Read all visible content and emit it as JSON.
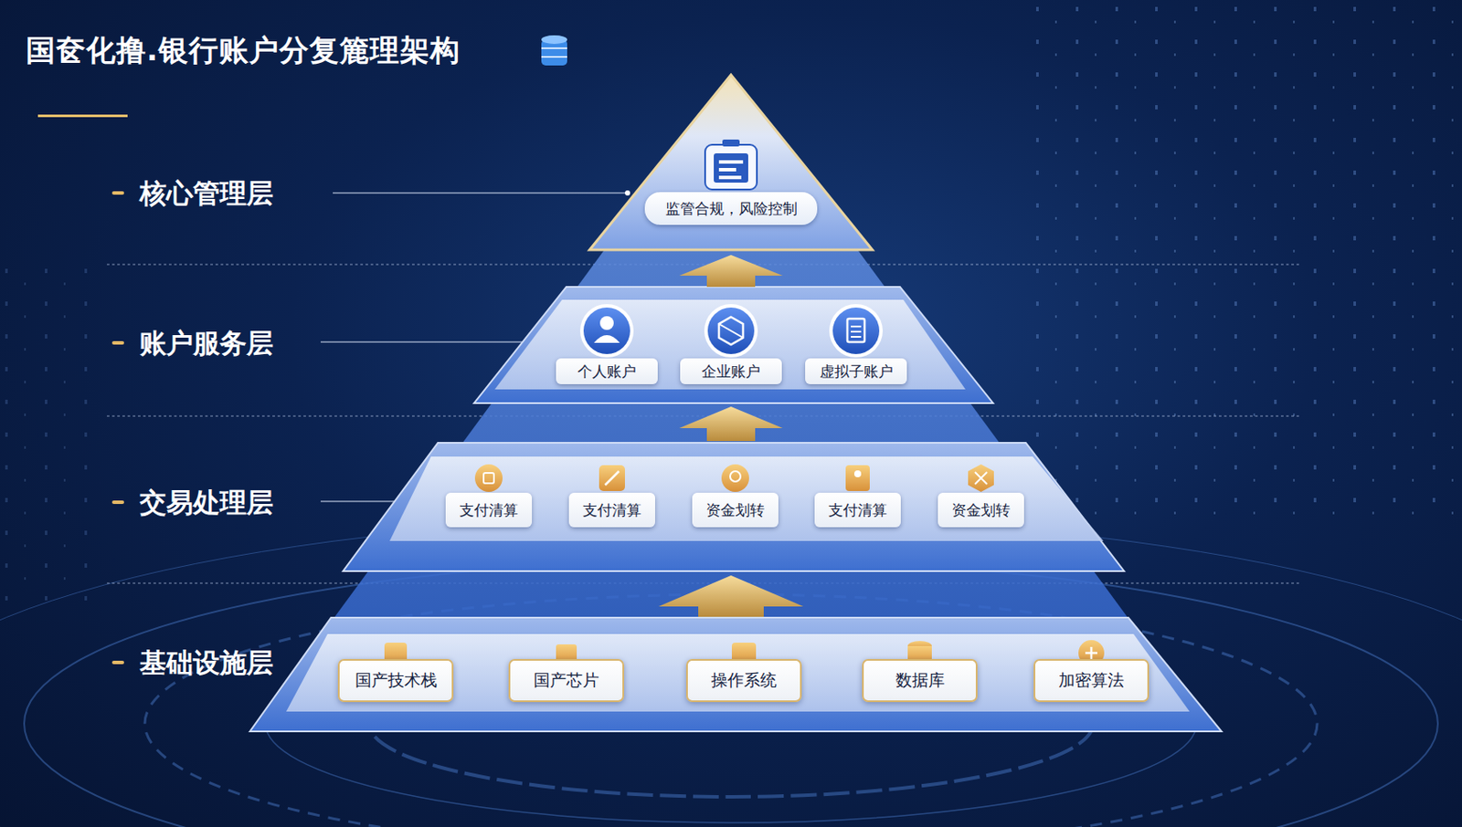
{
  "diagram": {
    "title": "国奁化撸.银行账户分复簏理架构",
    "nodes": [
      {
        "text": [
          "监管合规，风险控制"
        ]
      },
      {
        "text": [
          "个人账户"
        ]
      },
      {
        "text": [
          "企业账户"
        ]
      },
      {
        "text": [
          "虚拟子账户"
        ]
      },
      {
        "text": [
          "支付清算"
        ]
      },
      {
        "text": [
          "支付清算"
        ]
      },
      {
        "text": [
          "资金划转"
        ]
      },
      {
        "text": [
          "支付清算"
        ]
      },
      {
        "text": [
          "资金划转"
        ]
      },
      {
        "text": [
          "国产技术栈"
        ]
      },
      {
        "text": [
          "国产芯片"
        ]
      },
      {
        "text": [
          "操作系统"
        ]
      },
      {
        "text": [
          "数据库"
        ]
      },
      {
        "text": [
          "加密算法"
        ]
      }
    ],
    "labels": [
      "核心管理层",
      "账户服务层",
      "交易处理层",
      "基础设施层"
    ]
  }
}
